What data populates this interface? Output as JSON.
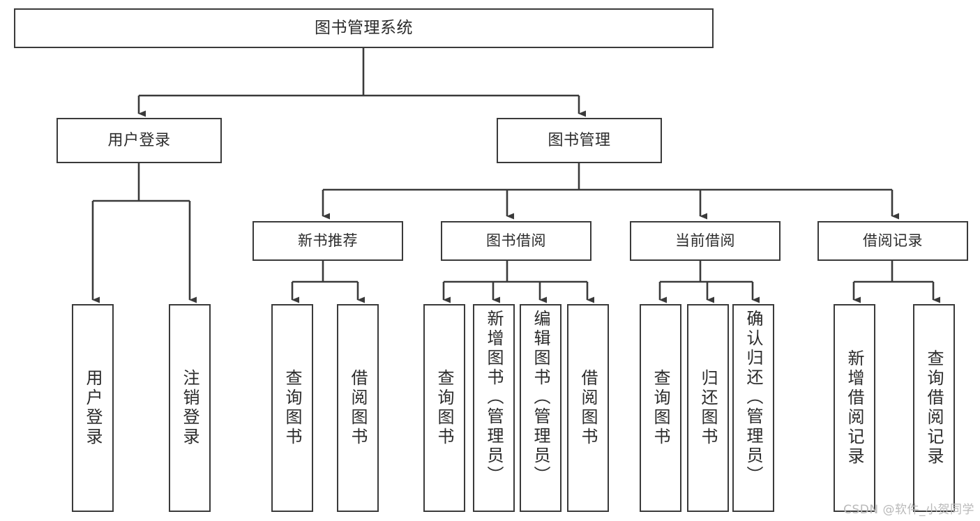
{
  "diagram": {
    "type": "hierarchy-tree",
    "title": "图书管理系统",
    "line_color": "#3a3a3a",
    "box_fill": "#ffffff",
    "text_color": "#2b2b2b",
    "root": {
      "id": "root",
      "label": "图书管理系统"
    },
    "level1": [
      {
        "id": "user-login",
        "label": "用户登录"
      },
      {
        "id": "book-management",
        "label": "图书管理"
      }
    ],
    "level2": [
      {
        "id": "new-book-recommend",
        "label": "新书推荐",
        "parent": "book-management"
      },
      {
        "id": "book-borrow",
        "label": "图书借阅",
        "parent": "book-management"
      },
      {
        "id": "current-borrow",
        "label": "当前借阅",
        "parent": "book-management"
      },
      {
        "id": "borrow-record",
        "label": "借阅记录",
        "parent": "book-management"
      }
    ],
    "leaves": [
      {
        "id": "leaf-user-login",
        "label": "用户登录",
        "parent": "user-login"
      },
      {
        "id": "leaf-user-logout",
        "label": "注销登录",
        "parent": "user-login"
      },
      {
        "id": "leaf-query-book-1",
        "label": "查询图书",
        "parent": "new-book-recommend"
      },
      {
        "id": "leaf-borrow-book-1",
        "label": "借阅图书",
        "parent": "new-book-recommend"
      },
      {
        "id": "leaf-query-book-2",
        "label": "查询图书",
        "parent": "book-borrow"
      },
      {
        "id": "leaf-add-book",
        "label": "新增图书（管理员）",
        "parent": "book-borrow"
      },
      {
        "id": "leaf-edit-book",
        "label": "编辑图书（管理员）",
        "parent": "book-borrow"
      },
      {
        "id": "leaf-borrow-book-2",
        "label": "借阅图书",
        "parent": "book-borrow"
      },
      {
        "id": "leaf-query-book-3",
        "label": "查询图书",
        "parent": "current-borrow"
      },
      {
        "id": "leaf-return-book",
        "label": "归还图书",
        "parent": "current-borrow"
      },
      {
        "id": "leaf-confirm-return",
        "label": "确认归还（管理员）",
        "parent": "current-borrow"
      },
      {
        "id": "leaf-add-record",
        "label": "新增借阅记录",
        "parent": "borrow-record"
      },
      {
        "id": "leaf-query-record",
        "label": "查询借阅记录",
        "parent": "borrow-record"
      }
    ]
  },
  "watermark": {
    "text": "CSDN @软件_小贺同学"
  }
}
